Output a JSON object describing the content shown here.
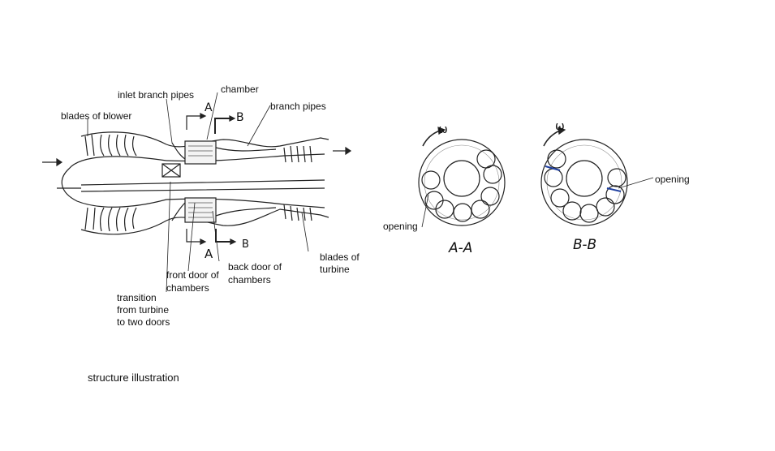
{
  "labels": {
    "blades_of_blower": "blades of  blower",
    "inlet_branch_pipes": "inlet branch pipes",
    "chamber": "chamber",
    "branch_pipes": "branch pipes",
    "section_a_top": "A",
    "section_b_top": "B",
    "section_a_bottom": "A",
    "section_b_bottom": "B",
    "front_door_1": "front door of",
    "front_door_2": "chambers",
    "back_door_1": "back door of",
    "back_door_2": "chambers",
    "blades_of_turbine_1": "blades of",
    "blades_of_turbine_2": "turbine",
    "transition_1": "transition",
    "transition_2": "from turbine",
    "transition_3": "to two doors",
    "omega_left": "ω",
    "omega_right": "ω",
    "opening_left": "opening",
    "opening_right": "opening",
    "section_aa": "A-A",
    "section_bb": "B-B"
  },
  "caption": "structure illustration"
}
